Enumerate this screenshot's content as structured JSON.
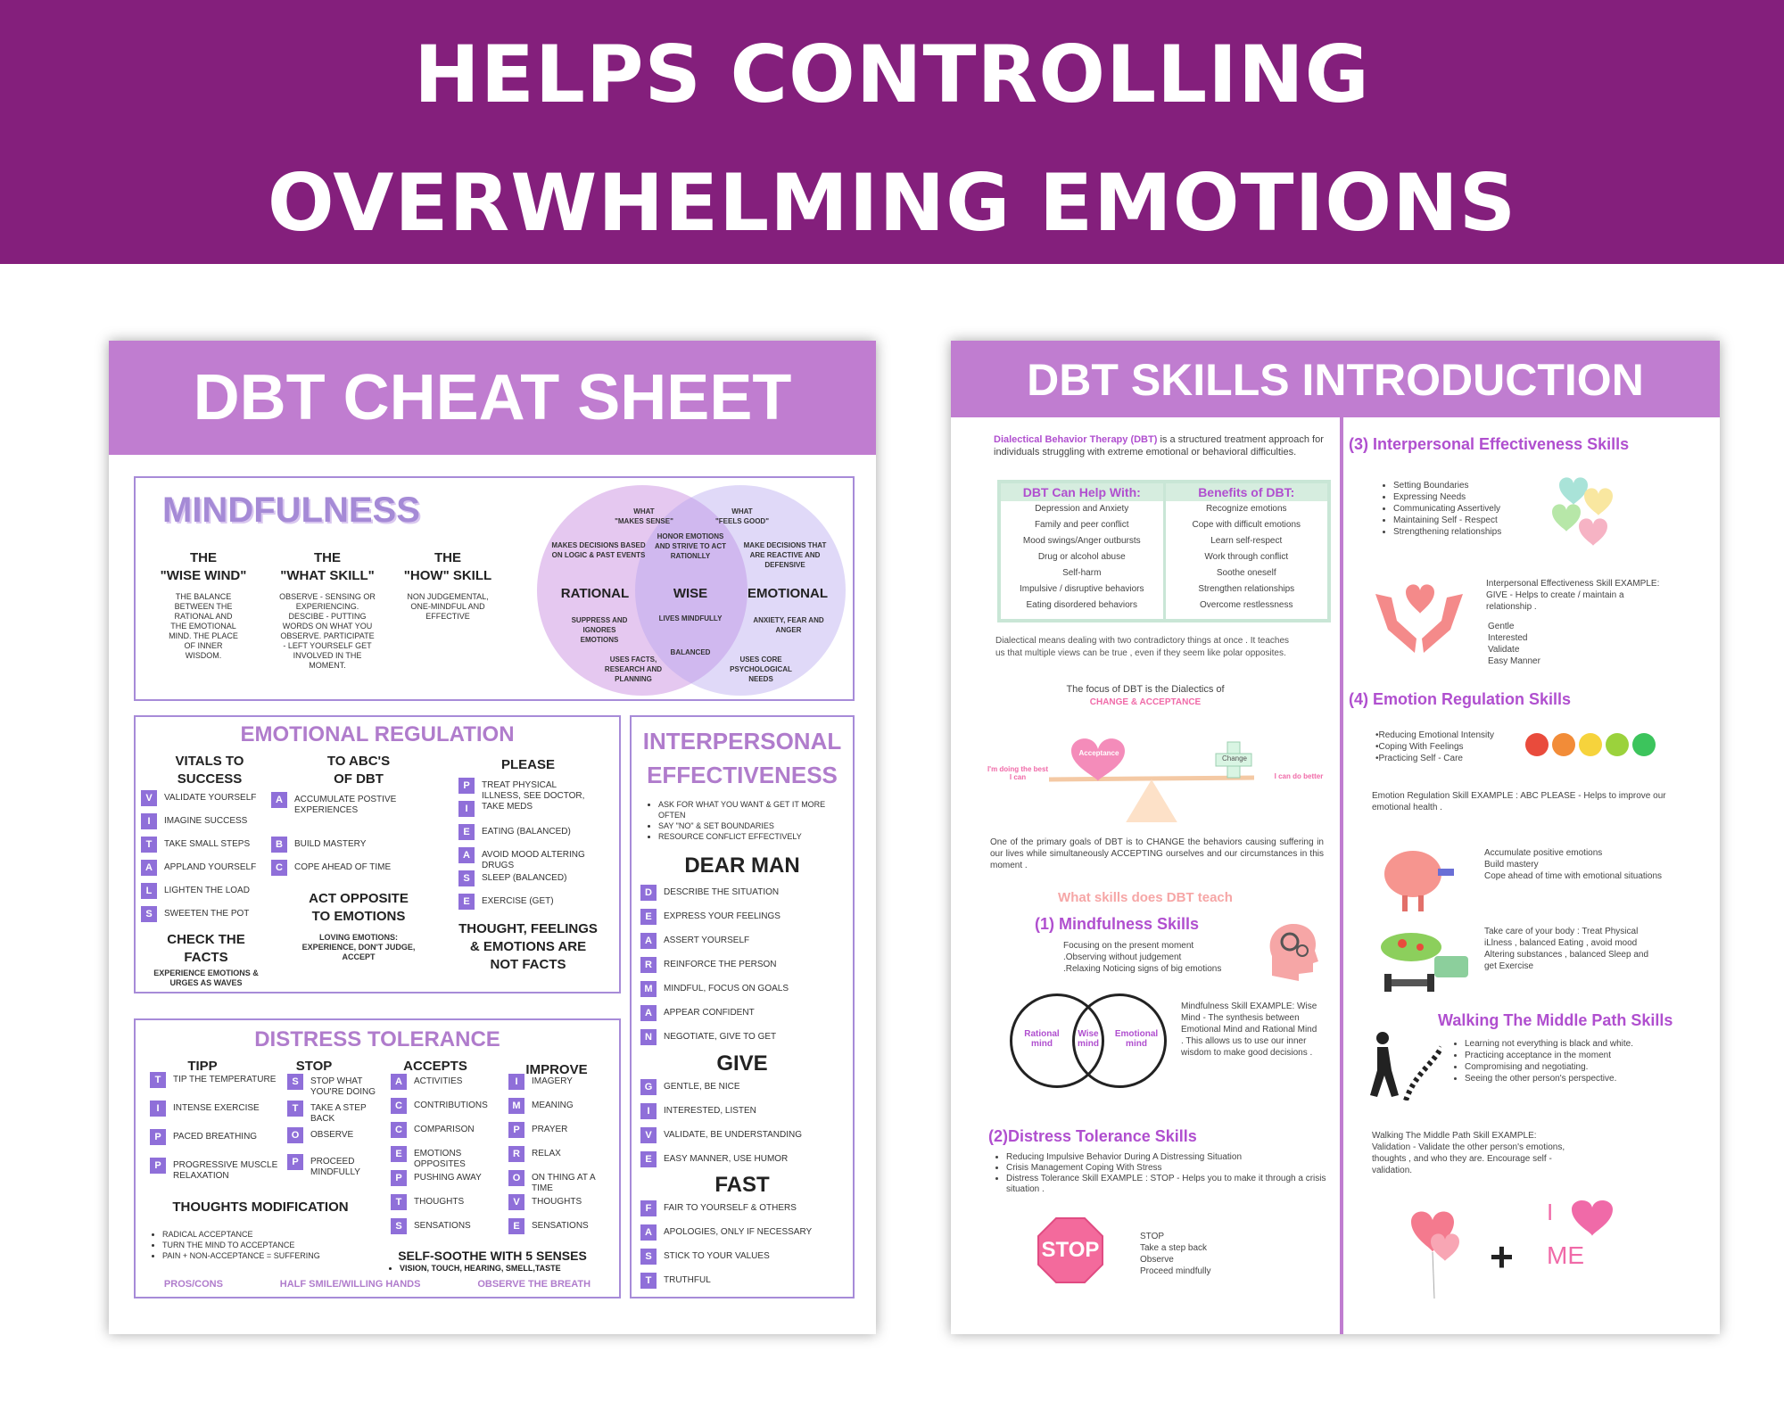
{
  "banner": {
    "line1": "HELPS CONTROLLING",
    "line2": "OVERWHELMING EMOTIONS"
  },
  "sheet1": {
    "title": "DBT CHEAT SHEET",
    "mindfulness": {
      "title": "MINDFULNESS",
      "c1": {
        "head": "THE\n\"WISE WIND\"",
        "body": "THE BALANCE BETWEEN THE RATIONAL AND THE EMOTIONAL MIND. THE PLACE OF INNER WISDOM."
      },
      "c2": {
        "head": "THE\n\"WHAT SKILL\"",
        "body": "OBSERVE - SENSING OR EXPERIENCING. DESCIBE - PUTTING WORDS ON WHAT YOU OBSERVE. PARTICIPATE - LEFT YOURSELF GET INVOLVED IN THE MOMENT."
      },
      "c3": {
        "head": "THE\n\"HOW\" SKILL",
        "body": "NON JUDGEMENTAL, ONE-MINDFUL AND EFFECTIVE"
      },
      "venn": {
        "makes_sense": "WHAT\n\"MAKES SENSE\"",
        "feels_good": "WHAT\n\"FEELS GOOD\"",
        "logic": "MAKES DECISIONS BASED ON LOGIC & PAST EVENTS",
        "honor": "HONOR EMOTIONS AND STRIVE TO ACT RATIONLLY",
        "reactive": "MAKE DECISIONS THAT ARE REACTIVE AND DEFENSIVE",
        "rational": "RATIONAL",
        "wise": "WISE",
        "emotional": "EMOTIONAL",
        "suppress": "SUPPRESS AND IGNORES EMOTIONS",
        "lives": "LIVES MINDFULLY",
        "anxiety": "ANXIETY, FEAR AND ANGER",
        "balanced": "BALANCED",
        "facts": "USES FACTS, RESEARCH AND PLANNING",
        "core": "USES CORE PSYCHOLOGICAL NEEDS"
      }
    },
    "er": {
      "title": "EMOTIONAL REGULATION",
      "vitals": {
        "head": "VITALS TO\nSUCCESS",
        "items": [
          [
            "V",
            "VALIDATE YOURSELF"
          ],
          [
            "I",
            "IMAGINE SUCCESS"
          ],
          [
            "T",
            "TAKE SMALL STEPS"
          ],
          [
            "A",
            "APPLAND YOURSELF"
          ],
          [
            "L",
            "LIGHTEN THE LOAD"
          ],
          [
            "S",
            "SWEETEN THE POT"
          ]
        ]
      },
      "check": {
        "head": "CHECK THE\nFACTS",
        "sub": "EXPERIENCE EMOTIONS & URGES AS WAVES"
      },
      "abc": {
        "head": "TO ABC'S\nOF DBT",
        "items": [
          [
            "A",
            "ACCUMULATE POSTIVE EXPERIENCES"
          ],
          [
            "B",
            "BUILD MASTERY"
          ],
          [
            "C",
            "COPE AHEAD OF TIME"
          ]
        ]
      },
      "act": {
        "head": "ACT OPPOSITE\nTO EMOTIONS",
        "sub": "LOVING EMOTIONS: EXPERIENCE, DON'T JUDGE, ACCEPT"
      },
      "please": {
        "head": "PLEASE",
        "items": [
          [
            "P",
            "TREAT PHYSICAL ILLNESS, SEE DOCTOR, TAKE MEDS"
          ],
          [
            "I",
            ""
          ],
          [
            "E",
            "EATING (BALANCED)"
          ],
          [
            "A",
            "AVOID MOOD ALTERING DRUGS"
          ],
          [
            "S",
            "SLEEP (BALANCED)"
          ],
          [
            "E",
            "EXERCISE (GET)"
          ]
        ]
      },
      "tfe": "THOUGHT, FEELINGS & EMOTIONS ARE NOT FACTS"
    },
    "ie": {
      "title": "INTERPERSONAL EFFECTIVENESS",
      "bullets": [
        "ASK FOR WHAT YOU WANT & GET IT MORE OFTEN",
        "SAY \"NO\" & SET BOUNDARIES",
        "RESOURCE CONFLICT EFFECTIVELY"
      ],
      "dearman": {
        "head": "DEAR MAN",
        "items": [
          [
            "D",
            "DESCRIBE THE SITUATION"
          ],
          [
            "E",
            "EXPRESS YOUR FEELINGS"
          ],
          [
            "A",
            "ASSERT YOURSELF"
          ],
          [
            "R",
            "REINFORCE THE PERSON"
          ],
          [
            "M",
            "MINDFUL, FOCUS ON GOALS"
          ],
          [
            "A",
            "APPEAR CONFIDENT"
          ],
          [
            "N",
            "NEGOTIATE, GIVE TO GET"
          ]
        ]
      },
      "give": {
        "head": "GIVE",
        "items": [
          [
            "G",
            "GENTLE, BE NICE"
          ],
          [
            "I",
            "INTERESTED, LISTEN"
          ],
          [
            "V",
            "VALIDATE, BE UNDERSTANDING"
          ],
          [
            "E",
            "EASY MANNER, USE HUMOR"
          ]
        ]
      },
      "fast": {
        "head": "FAST",
        "items": [
          [
            "F",
            "FAIR TO YOURSELF & OTHERS"
          ],
          [
            "A",
            "APOLOGIES, ONLY IF NECESSARY"
          ],
          [
            "S",
            "STICK TO YOUR VALUES"
          ],
          [
            "T",
            "TRUTHFUL"
          ]
        ]
      }
    },
    "dt": {
      "title": "DISTRESS TOLERANCE",
      "tipp": {
        "head": "TIPP",
        "items": [
          [
            "T",
            "TIP THE TEMPERATURE"
          ],
          [
            "I",
            "INTENSE EXERCISE"
          ],
          [
            "P",
            "PACED BREATHING"
          ],
          [
            "P",
            "PROGRESSIVE MUSCLE RELAXATION"
          ]
        ]
      },
      "stop": {
        "head": "STOP",
        "items": [
          [
            "S",
            "STOP WHAT YOU'RE DOING"
          ],
          [
            "T",
            "TAKE A STEP BACK"
          ],
          [
            "O",
            "OBSERVE"
          ],
          [
            "P",
            "PROCEED MINDFULLY"
          ]
        ]
      },
      "accepts": {
        "head": "ACCEPTS",
        "items": [
          [
            "A",
            "ACTIVITIES"
          ],
          [
            "C",
            "CONTRIBUTIONS"
          ],
          [
            "C",
            "COMPARISON"
          ],
          [
            "E",
            "EMOTIONS OPPOSITES"
          ],
          [
            "P",
            "PUSHING AWAY"
          ],
          [
            "T",
            "THOUGHTS"
          ],
          [
            "S",
            "SENSATIONS"
          ]
        ]
      },
      "improve": {
        "head": "IMPROVE",
        "items": [
          [
            "I",
            "IMAGERY"
          ],
          [
            "M",
            "MEANING"
          ],
          [
            "P",
            "PRAYER"
          ],
          [
            "R",
            "RELAX"
          ],
          [
            "O",
            "ON THING AT A TIME"
          ],
          [
            "V",
            "THOUGHTS"
          ],
          [
            "E",
            "SENSATIONS"
          ]
        ]
      },
      "tm": {
        "head": "THOUGHTS MODIFICATION",
        "items": [
          "RADICAL ACCEPTANCE",
          "TURN THE MIND TO ACCEPTANCE",
          "PAIN + NON-ACCEPTANCE = SUFFERING"
        ]
      },
      "soothe": {
        "head": "SELF-SOOTHE WITH 5 SENSES",
        "items": [
          "VISION, TOUCH, HEARING, SMELL,TASTE"
        ]
      },
      "footer": [
        "PROS/CONS",
        "HALF SMILE/WILLING HANDS",
        "OBSERVE THE BREATH"
      ]
    }
  },
  "sheet2": {
    "title": "DBT  SKILLS  INTRODUCTION",
    "intro_a": "Dialectical Behavior Therapy (DBT)",
    "intro_b": "is a structured treatment approach for individuals struggling with extreme emotional or  behavioral difficulties.",
    "can_help": {
      "head": "DBT Can Help With:",
      "items": [
        "Depression and Anxiety",
        "Family and peer conflict",
        "Mood swings/Anger  outbursts",
        "Drug or alcohol abuse",
        "Self-harm",
        "Impulsive / disruptive behaviors",
        "Eating disordered behaviors"
      ]
    },
    "benefits": {
      "head": "Benefits of DBT:",
      "items": [
        "Recognize emotions",
        "Cope with difficult emotions",
        "Learn self-respect",
        "Work through conflict",
        "Soothe oneself",
        "Strengthen relationships",
        "Overcome restlessness"
      ]
    },
    "dialectical": "Dialectical means dealing with two contradictory things at once . It teaches us that multiple views can be true , even if they seem like polar opposites.",
    "focus": "The focus of DBT is the Dialectics of",
    "change_accept": "CHANGE & ACCEPTANCE",
    "scale": {
      "acceptance": "Acceptance",
      "change": "Change",
      "left": "I'm doing the best I can",
      "right": "I can do better"
    },
    "goals": "One of the primary goals of DBT is to CHANGE the behaviors causing suffering in our lives while simultaneously ACCEPTING ourselves and our circumstances in this moment .",
    "what_teach": "What skills does DBT teach",
    "m": {
      "head": "(1) Mindfulness Skills",
      "items": [
        "Focusing on the present moment",
        ".Observing without judgement",
        ".Relaxing Noticing signs of big emotions"
      ],
      "rational": "Rational\nmind",
      "wise": "Wise\nmind",
      "emotional": "Emotional\nmind",
      "example": "Mindfulness Skill EXAMPLE: Wise Mind - The synthesis between Emotional Mind and Rational Mind . This allows us to use our inner wisdom to make good decisions ."
    },
    "dts": {
      "head": "(2)Distress Tolerance Skills",
      "items": [
        "Reducing Impulsive Behavior During A Distressing Situation",
        "Crisis Management Coping With Stress",
        "Distress Tolerance Skill EXAMPLE : STOP - Helps you to make it through a crisis situation ."
      ],
      "stop": "STOP",
      "stop_items": [
        "STOP",
        "Take a step back",
        "Observe",
        "Proceed mindfully"
      ]
    },
    "ies": {
      "head": "(3) Interpersonal Effectiveness Skills",
      "items": [
        "Setting Boundaries",
        "Expressing Needs",
        "Communicating Assertively",
        "Maintaining Self - Respect",
        "Strengthening relationships"
      ],
      "example": "Interpersonal Effectiveness Skill EXAMPLE: GIVE - Helps to create / maintain a relationship .",
      "give": [
        "Gentle",
        "Interested",
        "Validate",
        "Easy Manner"
      ]
    },
    "ers": {
      "head": "(4)  Emotion Regulation Skills",
      "items": [
        "Reducing Emotional Intensity",
        "Coping With Feelings",
        "Practicing  Self - Care"
      ],
      "example": "Emotion Regulation Skill EXAMPLE : ABC PLEASE - Helps to improve our emotional health .",
      "abc": [
        "Accumulate positive emotions",
        "Build mastery",
        "Cope ahead of time with emotional situations"
      ],
      "please": "Take care of your body : Treat Physical iLlness , balanced Eating , avoid mood Altering substances , balanced Sleep and get Exercise"
    },
    "wmp": {
      "head": "Walking The Middle Path Skills",
      "items": [
        "Learning not everything is black and white.",
        "Practicing  acceptance  in  the  moment",
        "Compromising and negotiating.",
        "Seeing the other person's perspective."
      ],
      "example_head": "Walking The Middle Path Skill EXAMPLE:",
      "example": "Validation - Validate the other person's emotions, thoughts , and who they are. Encourage self - validation."
    },
    "love": {
      "plus": "+",
      "i": "I",
      "me": "ME"
    }
  },
  "colors": {
    "banner": "#841f7c",
    "sheet_header": "#c07dd0",
    "letter_box": "#8f6fd9",
    "box_border": "#a78bd8",
    "section_title": "#b07ccc",
    "pink": "#f06aa8"
  }
}
